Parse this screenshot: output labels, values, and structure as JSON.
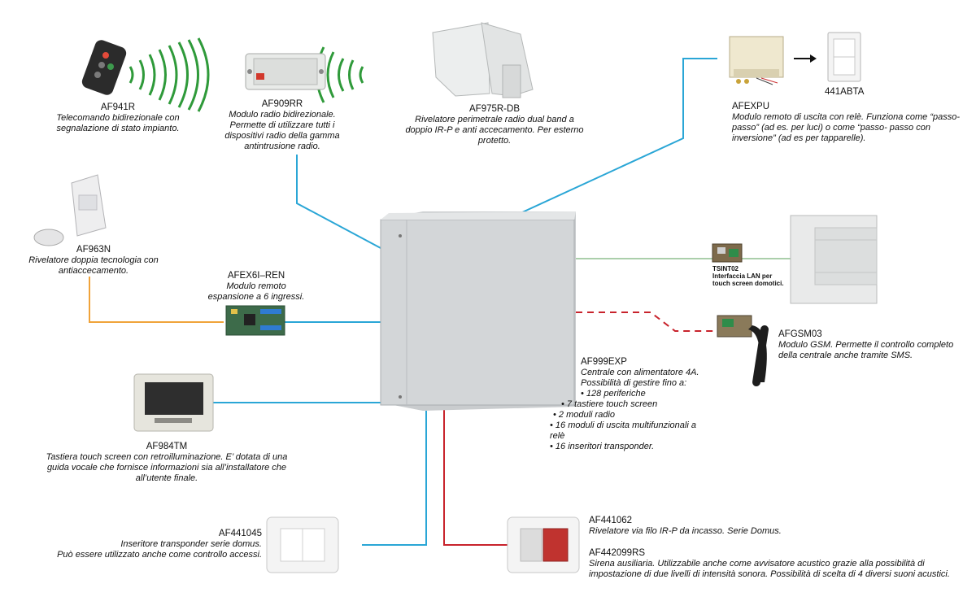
{
  "devices": {
    "af941r": {
      "code": "AF941R",
      "desc": "Telecomando bidirezionale con segnalazione di stato impianto."
    },
    "af909rr": {
      "code": "AF909RR",
      "desc": "Modulo radio bidirezionale. Permette di utilizzare tutti i dispositivi radio della gamma antintrusione radio."
    },
    "af975rdb": {
      "code": "AF975R-DB",
      "desc": "Rivelatore perimetrale radio dual band a doppio IR-P e anti accecamento. Per esterno protetto."
    },
    "afexpu": {
      "code": "AFEXPU",
      "desc": "Modulo remoto di uscita con relè. Funziona come “passo-passo” (ad es. per luci) o come “passo- passo con inversione” (ad es per tapparelle)."
    },
    "abta": {
      "code": "441ABTA"
    },
    "af963n": {
      "code": "AF963N",
      "desc": "Rivelatore doppia tecnologia con antiaccecamento."
    },
    "afex6iren": {
      "code": "AFEX6I–REN",
      "desc": "Modulo remoto espansione a 6 ingressi."
    },
    "tsint02": {
      "code": "TSINT02",
      "desc": "Interfaccia LAN per touch screen domotici."
    },
    "afgsm03": {
      "code": "AFGSM03",
      "desc": "Modulo GSM. Permette il controllo completo della centrale anche tramite SMS."
    },
    "af999exp": {
      "code": "AF999EXP",
      "intro": "Centrale con alimentatore 4A.",
      "sub": "Possibilità di gestire fino a:",
      "features": [
        "128 periferiche",
        "7 tastiere touch screen",
        "2 moduli radio",
        "16 moduli di uscita multifunzionali a relè",
        "16 inseritori transponder."
      ]
    },
    "af984tm": {
      "code": "AF984TM",
      "desc": "Tastiera touch screen con retroilluminazione. E’ dotata di una guida vocale che fornisce informazioni sia all’installatore che all’utente finale."
    },
    "af441045": {
      "code": "AF441045",
      "desc1": "Inseritore transponder serie domus.",
      "desc2": "Può essere utilizzato anche come controllo accessi."
    },
    "af441062": {
      "code": "AF441062",
      "desc": "Rivelatore via filo IR-P da incasso. Serie Domus."
    },
    "af442099rs": {
      "code": "AF442099RS",
      "desc1": "Sirena ausiliaria. Utilizzabile anche come avvisatore acustico grazie alla possibilità di",
      "desc2": "impostazione di due livelli di intensità sonora. Possibilità di scelta di 4 diversi suoni acustici."
    }
  },
  "colors": {
    "bus": "#2aa6d6",
    "orange": "#f0a33a",
    "red": "#c8232c",
    "green": "#8fbf8f",
    "radio": "#2f9a3a"
  }
}
